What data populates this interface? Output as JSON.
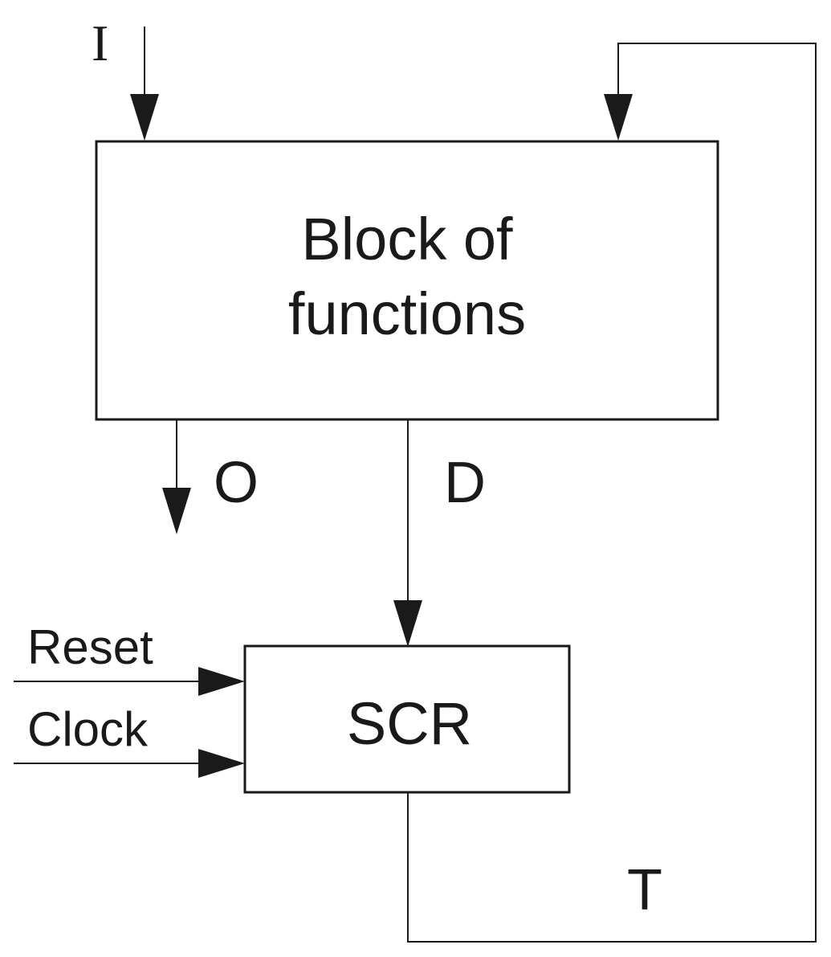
{
  "diagram": {
    "input_label": "I",
    "function_block": {
      "line1": "Block of",
      "line2": "functions"
    },
    "output_label": "O",
    "data_label": "D",
    "register_block": {
      "label": "SCR"
    },
    "reset_label": "Reset",
    "clock_label": "Clock",
    "feedback_label": "T"
  }
}
